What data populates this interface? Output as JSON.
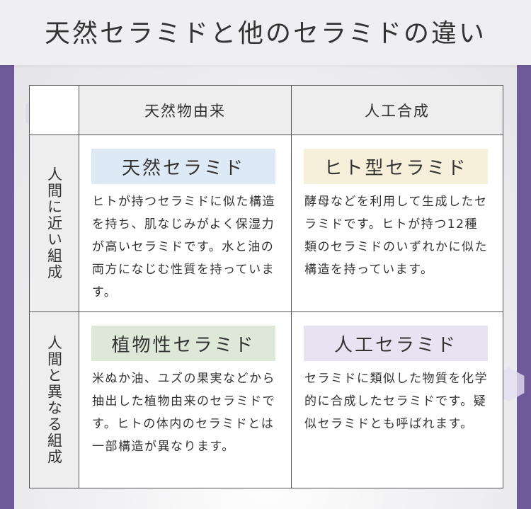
{
  "header": {
    "title": "天然セラミドと他のセラミドの違い"
  },
  "table": {
    "columns": [
      "天然物由来",
      "人工合成"
    ],
    "rows": [
      {
        "label": "人間に近い組成",
        "cells": [
          {
            "tag": "天然セラミド",
            "tag_color": "#dde9f4",
            "text": "ヒトが持つセラミドに似た構造を持ち、肌なじみがよく保湿力が高いセラミドです。水と油の両方になじむ性質を持っています。"
          },
          {
            "tag": "ヒト型セラミド",
            "tag_color": "#f6efd9",
            "text": "酵母などを利用して生成したセラミドです。ヒトが持つ12種類のセラミドのいずれかに似た構造を持っています。"
          }
        ]
      },
      {
        "label": "人間と異なる組成",
        "cells": [
          {
            "tag": "植物性セラミド",
            "tag_color": "#dde8d8",
            "text": "米ぬか油、ユズの果実などから抽出した植物由来のセラミドです。ヒトの体内のセラミドとは一部構造が異なります。"
          },
          {
            "tag": "人工セラミド",
            "tag_color": "#e8e3f3",
            "text": "セラミドに類似した物質を化学的に合成したセラミドです。疑似セラミドとも呼ばれます。"
          }
        ]
      }
    ]
  }
}
